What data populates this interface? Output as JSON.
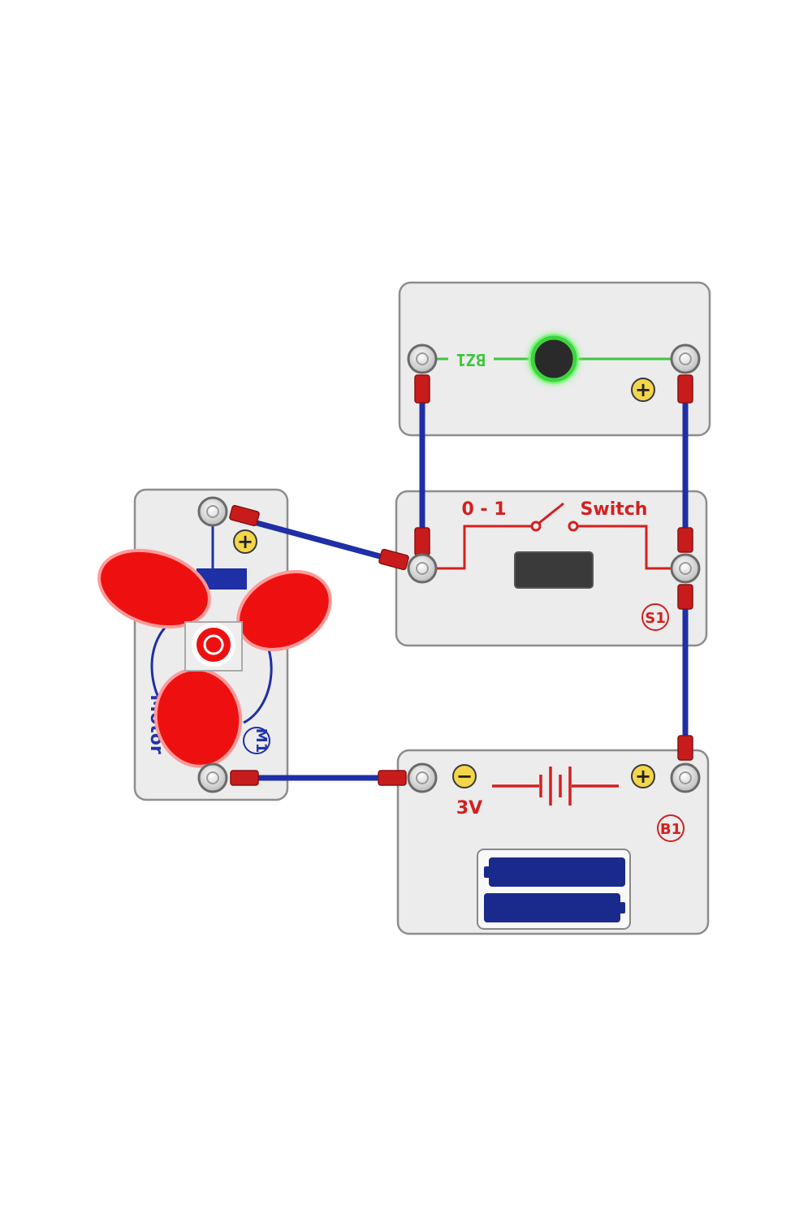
{
  "buzzer": {
    "label": "BZ1",
    "plus_sign": "+"
  },
  "switch": {
    "states": "0 - 1",
    "name": "Switch",
    "id": "S1"
  },
  "motor": {
    "name": "Motor",
    "id": "M1",
    "plus_sign": "+"
  },
  "battery": {
    "minus_sign": "−",
    "plus_sign": "+",
    "voltage": "3V",
    "id": "B1"
  },
  "colors": {
    "wire": "#1f2fa6",
    "connector": "#c81c1c",
    "trace_red": "#d32020",
    "trace_green": "#3ec43e",
    "blade": "#ee1010",
    "panel": "#ececec",
    "panel_border": "#8d8d8d",
    "battery_cell": "#1a2a8c",
    "sign_fill": "#f3d64a"
  }
}
